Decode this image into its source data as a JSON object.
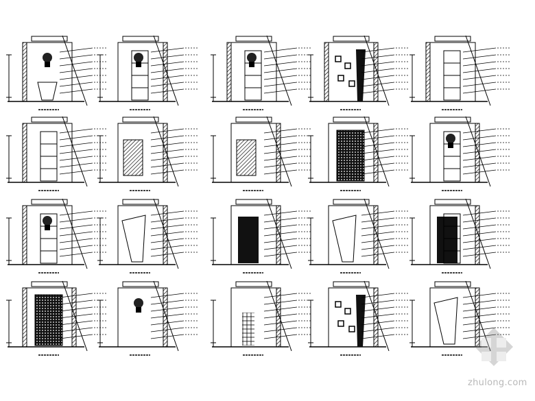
{
  "drawing": {
    "layout": {
      "rows": 4,
      "columns": 5
    },
    "panels": [
      {
        "wall": "left",
        "infill": "plant-basin"
      },
      {
        "wall": "right",
        "infill": "shelf-plant"
      },
      {
        "wall": "left",
        "infill": "shelf-plant"
      },
      {
        "wall": "both",
        "infill": "frames-dark"
      },
      {
        "wall": "left",
        "infill": "doors-shelf"
      },
      {
        "wall": "left",
        "infill": "cabinet"
      },
      {
        "wall": "right",
        "infill": "hatched-panel"
      },
      {
        "wall": "right",
        "infill": "hatched-panel"
      },
      {
        "wall": "right",
        "infill": "dark-panel"
      },
      {
        "wall": "right",
        "infill": "plant-cabinet"
      },
      {
        "wall": "left",
        "infill": "shelf-plant"
      },
      {
        "wall": "right",
        "infill": "slanted-panel"
      },
      {
        "wall": "right",
        "infill": "dark-block"
      },
      {
        "wall": "right",
        "infill": "slanted-panel"
      },
      {
        "wall": "right",
        "infill": "dark-shelf"
      },
      {
        "wall": "both",
        "infill": "dark-panel"
      },
      {
        "wall": "right",
        "infill": "plant-frame"
      },
      {
        "wall": "right",
        "infill": "grid-tiles"
      },
      {
        "wall": "right",
        "infill": "frames-dark"
      },
      {
        "wall": "right",
        "infill": "slanted-panel"
      }
    ]
  },
  "watermark": {
    "text": "zhulong.com"
  }
}
